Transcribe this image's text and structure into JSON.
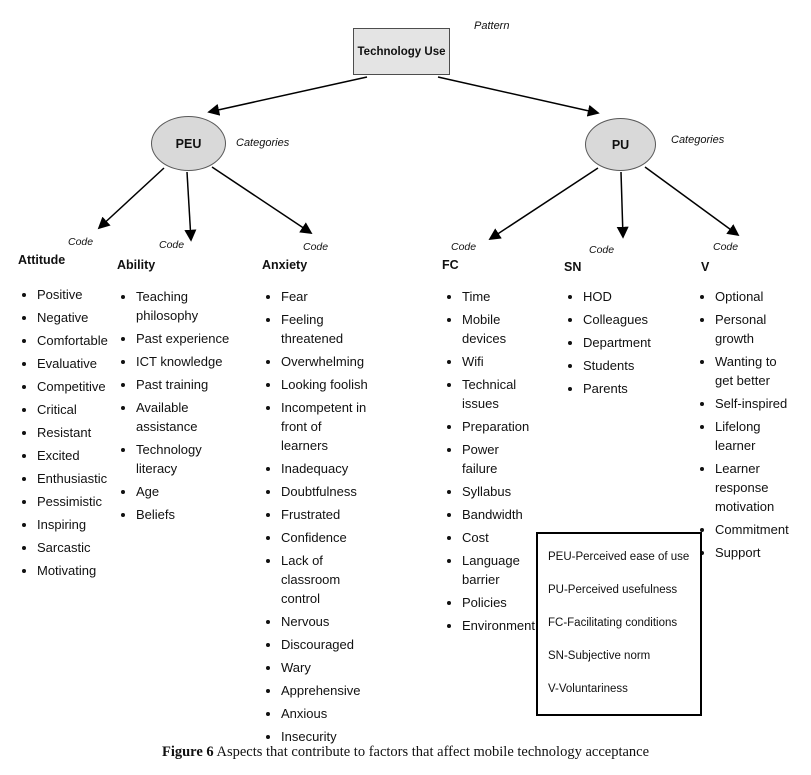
{
  "diagram": {
    "root": {
      "label": "Technology Use",
      "annotation": "Pattern"
    },
    "branches": [
      {
        "label": "PEU",
        "annotation": "Categories"
      },
      {
        "label": "PU",
        "annotation": "Categories"
      }
    ],
    "columns": [
      {
        "header": "Attitude",
        "code_label": "Code",
        "items": [
          "Positive",
          "Negative",
          "Comfortable",
          "Evaluative",
          "Competitive",
          "Critical",
          "Resistant",
          "Excited",
          "Enthusiastic",
          "Pessimistic",
          "Inspiring",
          "Sarcastic",
          "Motivating"
        ]
      },
      {
        "header": "Ability",
        "code_label": "Code",
        "items": [
          "Teaching philosophy",
          "Past experience",
          "ICT knowledge",
          "Past training",
          "Available assistance",
          "Technology literacy",
          "Age",
          "Beliefs"
        ]
      },
      {
        "header": "Anxiety",
        "code_label": "Code",
        "items": [
          "Fear",
          "Feeling threatened",
          "Overwhelming",
          "Looking foolish",
          "Incompetent in front of learners",
          "Inadequacy",
          "Doubtfulness",
          "Frustrated",
          "Confidence",
          "Lack of classroom control",
          "Nervous",
          "Discouraged",
          "Wary",
          "Apprehensive",
          "Anxious",
          "Insecurity"
        ]
      },
      {
        "header": "FC",
        "code_label": "Code",
        "items": [
          "Time",
          "Mobile devices",
          "Wifi",
          "Technical issues",
          "Preparation",
          "Power failure",
          "Syllabus",
          "Bandwidth",
          "Cost",
          "Language barrier",
          "Policies",
          "Environment"
        ]
      },
      {
        "header": "SN",
        "code_label": "Code",
        "items": [
          "HOD",
          "Colleagues",
          "Department",
          "Students",
          "Parents"
        ]
      },
      {
        "header": "V",
        "code_label": "Code",
        "items": [
          "Optional",
          "Personal growth",
          "Wanting to get better",
          "Self-inspired",
          "Lifelong learner",
          "Learner response motivation",
          "Commitment",
          "Support"
        ]
      }
    ],
    "legend": [
      "PEU-Perceived ease of use",
      "PU-Perceived usefulness",
      "FC-Facilitating conditions",
      "SN-Subjective norm",
      "V-Voluntariness"
    ],
    "caption": {
      "figure_label": "Figure 6",
      "text": "Aspects that contribute to factors that affect mobile technology acceptance"
    },
    "colors": {
      "root_fill": "#e4e4e4",
      "node_fill": "#d9d9d9",
      "line": "#000000"
    }
  }
}
